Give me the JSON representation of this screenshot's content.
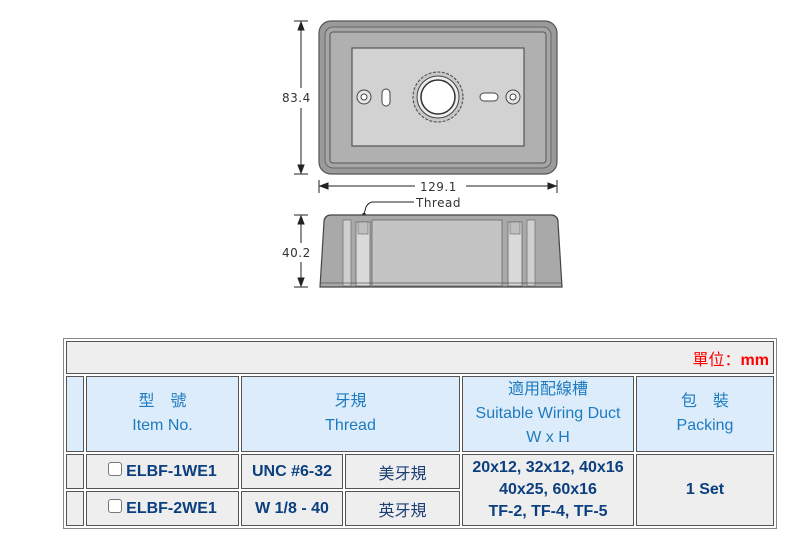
{
  "drawing": {
    "top_view": {
      "height_dim": "83.4",
      "width_dim": "129.1"
    },
    "side_view": {
      "height_dim": "40.2",
      "thread_callout": "Thread"
    }
  },
  "table": {
    "unit_label_zh": "單位：",
    "unit_label_mm": "mm",
    "headers": {
      "item": {
        "zh": "型　號",
        "en": "Item No."
      },
      "thread": {
        "zh": "牙規",
        "en": "Thread"
      },
      "duct": {
        "zh": "適用配線槽",
        "en": "Suitable Wiring Duct",
        "sub": "W x H"
      },
      "packing": {
        "zh": "包　裝",
        "en": "Packing"
      }
    },
    "rows": [
      {
        "item": "ELBF-1WE1",
        "thread": "UNC #6-32",
        "thread_type": "美牙規",
        "checked": false
      },
      {
        "item": "ELBF-2WE1",
        "thread": "W 1/8 - 40",
        "thread_type": "英牙規",
        "checked": false
      }
    ],
    "duct_lines": [
      "20x12, 32x12, 40x16",
      "40x25, 60x16",
      "TF-2, TF-4, TF-5"
    ],
    "packing": "1 Set"
  }
}
